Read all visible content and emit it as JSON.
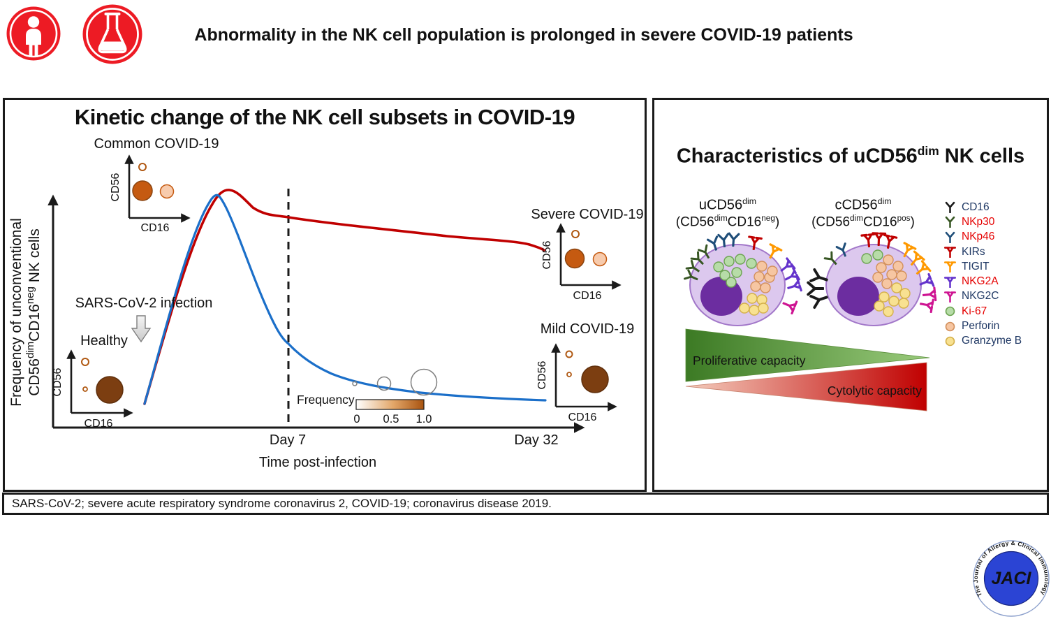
{
  "header": {
    "title": "Abnormality in the NK cell population is prolonged in severe COVID-19 patients",
    "icons": {
      "human": "human-study-icon",
      "flask": "in-vitro-flask-icon"
    }
  },
  "left_panel": {
    "title": "Kinetic change of the NK cell subsets in COVID-19",
    "y_axis": {
      "line1": "Frequency of unconventional",
      "line2": {
        "p1": "CD56",
        "s1": "dim",
        "p2": "CD16",
        "s2": "neg",
        "p3": " NK cells"
      }
    },
    "x_axis": {
      "label": "Time post-infection",
      "tick_day7": "Day 7",
      "tick_day32": "Day 32"
    },
    "infection_label": "SARS-CoV-2 infection",
    "insets": {
      "common": {
        "title": "Common COVID-19",
        "x": "CD16",
        "y": "CD56"
      },
      "healthy": {
        "title": "Healthy",
        "x": "CD16",
        "y": "CD56"
      },
      "severe": {
        "title": "Severe COVID-19",
        "x": "CD16",
        "y": "CD56"
      },
      "mild": {
        "title": "Mild COVID-19",
        "x": "CD16",
        "y": "CD56"
      }
    },
    "frequency_legend": {
      "title": "Frequency",
      "ticks": [
        "0",
        "0.5",
        "1.0"
      ]
    }
  },
  "right_panel": {
    "title": {
      "pre": "Characteristics of uCD56",
      "sup": "dim",
      "post": " NK cells"
    },
    "cell_u": {
      "l1": "uCD56",
      "l1s": "dim",
      "l2a": "(CD56",
      "l2as": "dim",
      "l2b": "CD16",
      "l2bs": "neg",
      "l2c": ")"
    },
    "cell_c": {
      "l1": "cCD56",
      "l1s": "dim",
      "l2a": "(CD56",
      "l2as": "dim",
      "l2b": "CD16",
      "l2bs": "pos",
      "l2c": ")"
    },
    "receptors": [
      {
        "label": "CD16",
        "label_color": "#1F3864",
        "icon_color": "#1A1A1A",
        "icon": "y-receptor"
      },
      {
        "label": "NKp30",
        "label_color": "#E50000",
        "icon_color": "#375623",
        "icon": "y-receptor"
      },
      {
        "label": "NKp46",
        "label_color": "#E50000",
        "icon_color": "#1F4E79",
        "icon": "y-receptor"
      },
      {
        "label": "KIRs",
        "label_color": "#1F3864",
        "icon_color": "#C00000",
        "icon": "y-bar-receptor"
      },
      {
        "label": "TIGIT",
        "label_color": "#1F3864",
        "icon_color": "#FF9900",
        "icon": "y-bar-receptor"
      },
      {
        "label": "NKG2A",
        "label_color": "#E50000",
        "icon_color": "#6433CC",
        "icon": "y-bar-receptor"
      },
      {
        "label": "NKG2C",
        "label_color": "#1F3864",
        "icon_color": "#CE1492",
        "icon": "y-bar-receptor"
      },
      {
        "label": "Ki-67",
        "label_color": "#E50000",
        "icon_color": "#B7DCA8",
        "icon": "dot"
      },
      {
        "label": "Perforin",
        "label_color": "#1F3864",
        "icon_color": "#F6C6A2",
        "icon": "dot"
      },
      {
        "label": "Granzyme B",
        "label_color": "#1F3864",
        "icon_color": "#F8E191",
        "icon": "dot"
      }
    ],
    "capacity": {
      "proliferative": "Proliferative capacity",
      "cytolytic": "Cytolytic capacity"
    }
  },
  "footnote": {
    "text": "SARS-CoV-2; severe acute respiratory syndrome coronavirus 2, COVID-19; coronavirus disease 2019."
  },
  "logo": {
    "acronym": "JACI",
    "ring_text": "The Journal of Allergy & Clinical Immunology"
  },
  "colors": {
    "severe_red": "#C00000",
    "mild_blue": "#1B6FC9",
    "dark_orange_circle": "#C55A11",
    "light_peach_circle": "#F7CBAD",
    "dark_brown_circle": "#7C3E11",
    "cell_body": "#DCC8EE",
    "cell_border": "#A277C9",
    "nucleus": "#6C2DA0",
    "ki67_green": "#B7DCA8",
    "perforin_peach": "#F6C6A2",
    "granzyme_yellow": "#F8E191",
    "icon_red": "#ED1B24",
    "logo_blue": "#2B44D4",
    "logo_yellow": "#F5E11A"
  },
  "chart_data": {
    "type": "line",
    "x_label": "Time post-infection",
    "x_ticks": [
      "Day 7",
      "Day 32"
    ],
    "y_label": "Frequency of unconventional CD56dim CD16neg NK cells",
    "description": "Schematic kinetics: unconventional CD56dimCD16neg NK cell frequency rises sharply after SARS-CoV-2 infection in both groups, peaks before Day 7, stays elevated through Day 32 in severe COVID-19 but returns toward baseline in mild COVID-19.",
    "series": [
      {
        "name": "Severe COVID-19",
        "color": "#C00000",
        "points_norm": [
          [
            0.0,
            0.1
          ],
          [
            0.1,
            0.45
          ],
          [
            0.19,
            1.0
          ],
          [
            0.33,
            0.89
          ],
          [
            0.55,
            0.84
          ],
          [
            0.8,
            0.79
          ],
          [
            1.0,
            0.74
          ]
        ]
      },
      {
        "name": "Mild COVID-19",
        "color": "#1B6FC9",
        "points_norm": [
          [
            0.0,
            0.1
          ],
          [
            0.1,
            0.45
          ],
          [
            0.17,
            1.0
          ],
          [
            0.33,
            0.36
          ],
          [
            0.55,
            0.21
          ],
          [
            0.8,
            0.13
          ],
          [
            1.0,
            0.11
          ]
        ]
      }
    ],
    "bubble_scale": {
      "label": "Frequency",
      "min": 0,
      "max": 1.0
    }
  }
}
